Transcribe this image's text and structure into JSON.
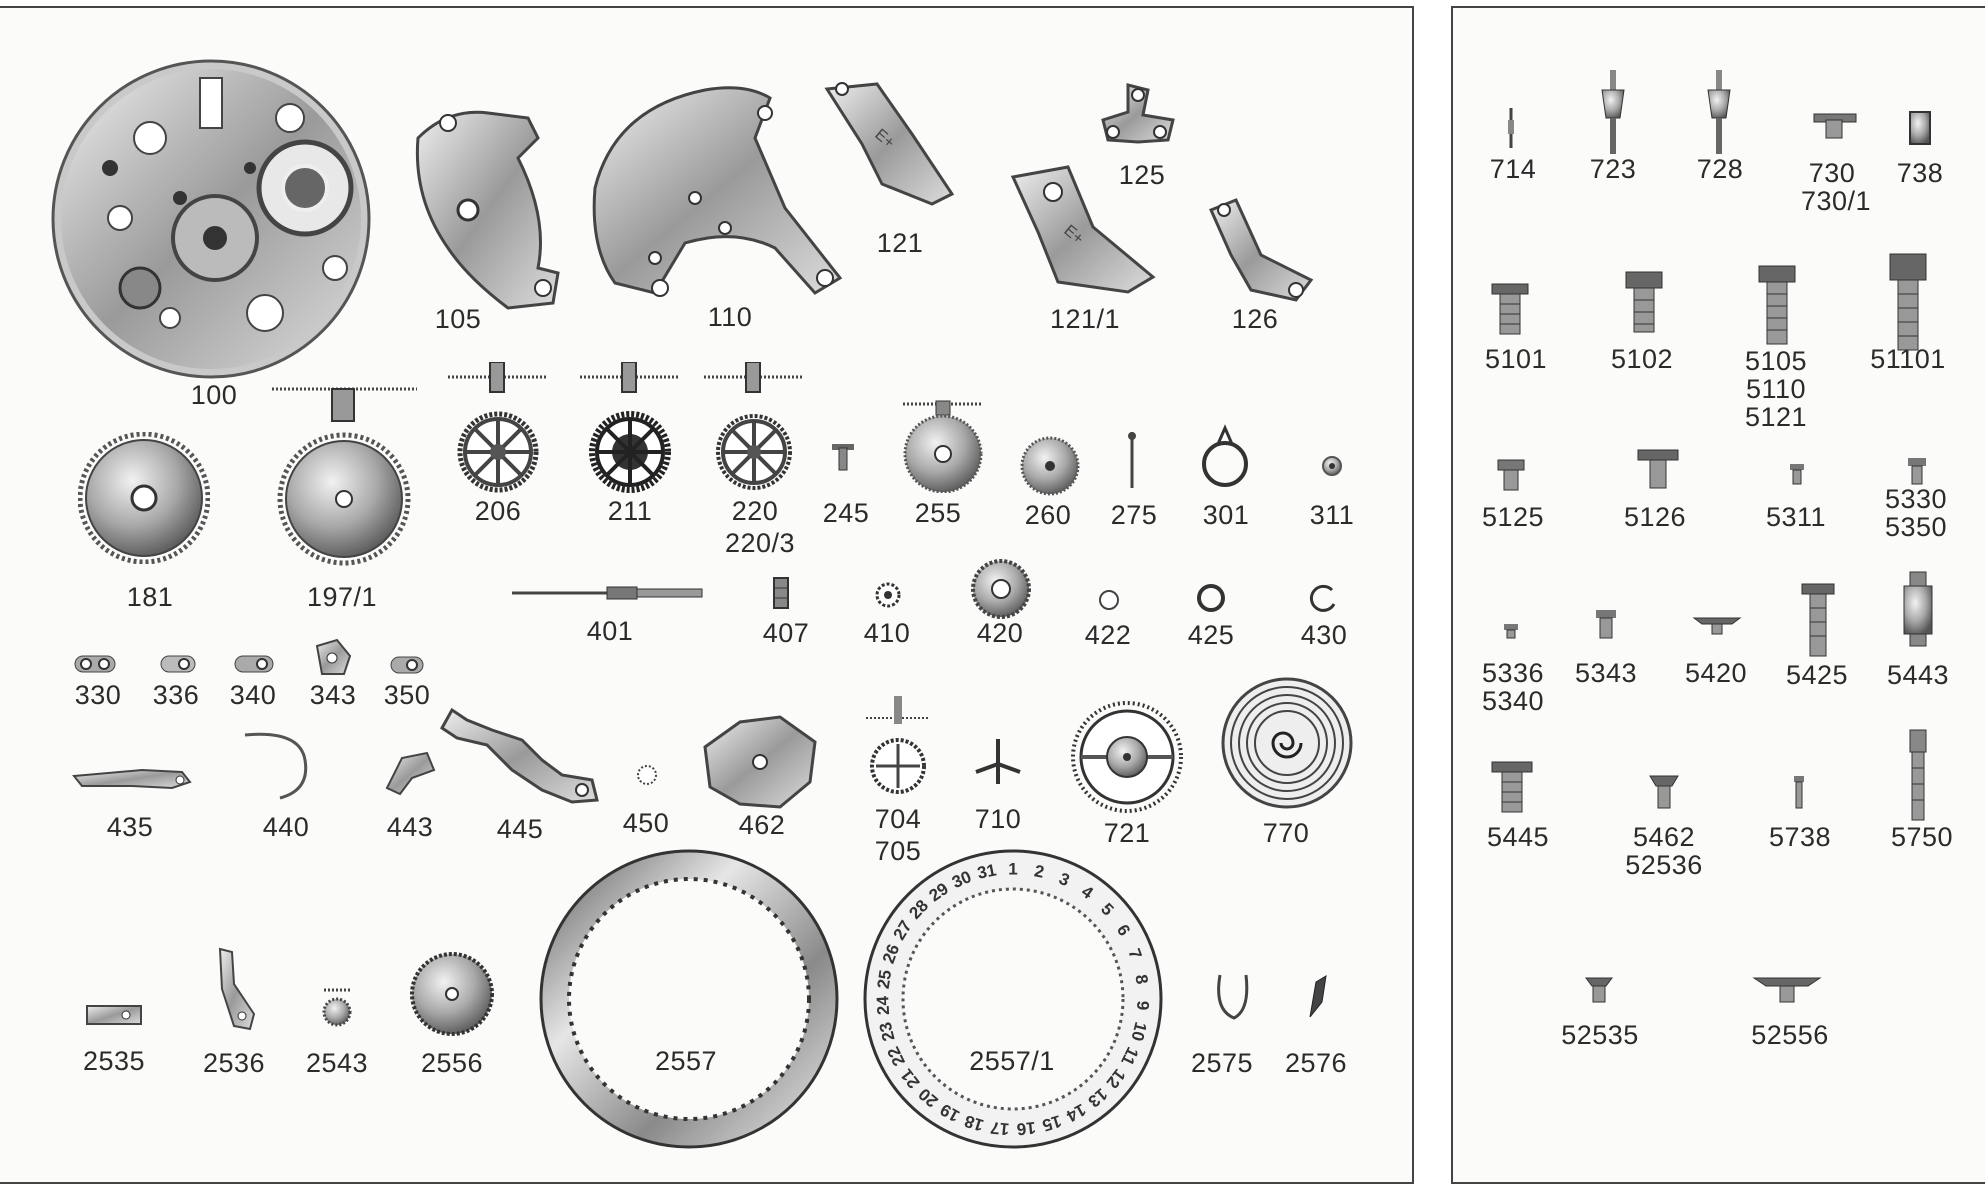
{
  "main_parts": [
    {
      "id": "p100",
      "label": "100"
    },
    {
      "id": "p105",
      "label": "105"
    },
    {
      "id": "p110",
      "label": "110"
    },
    {
      "id": "p121",
      "label": "121"
    },
    {
      "id": "p121_1",
      "label": "121/1"
    },
    {
      "id": "p125",
      "label": "125"
    },
    {
      "id": "p126",
      "label": "126"
    },
    {
      "id": "p181",
      "label": "181"
    },
    {
      "id": "p197_1",
      "label": "197/1"
    },
    {
      "id": "p206",
      "label": "206"
    },
    {
      "id": "p211",
      "label": "211"
    },
    {
      "id": "p220",
      "label": "220"
    },
    {
      "id": "p220_3",
      "label": "220/3"
    },
    {
      "id": "p245",
      "label": "245"
    },
    {
      "id": "p255",
      "label": "255"
    },
    {
      "id": "p260",
      "label": "260"
    },
    {
      "id": "p275",
      "label": "275"
    },
    {
      "id": "p301",
      "label": "301"
    },
    {
      "id": "p311",
      "label": "311"
    },
    {
      "id": "p401",
      "label": "401"
    },
    {
      "id": "p407",
      "label": "407"
    },
    {
      "id": "p410",
      "label": "410"
    },
    {
      "id": "p420",
      "label": "420"
    },
    {
      "id": "p422",
      "label": "422"
    },
    {
      "id": "p425",
      "label": "425"
    },
    {
      "id": "p430",
      "label": "430"
    },
    {
      "id": "p330",
      "label": "330"
    },
    {
      "id": "p336",
      "label": "336"
    },
    {
      "id": "p340",
      "label": "340"
    },
    {
      "id": "p343",
      "label": "343"
    },
    {
      "id": "p350",
      "label": "350"
    },
    {
      "id": "p435",
      "label": "435"
    },
    {
      "id": "p440",
      "label": "440"
    },
    {
      "id": "p443",
      "label": "443"
    },
    {
      "id": "p445",
      "label": "445"
    },
    {
      "id": "p450",
      "label": "450"
    },
    {
      "id": "p462",
      "label": "462"
    },
    {
      "id": "p704",
      "label": "704"
    },
    {
      "id": "p705",
      "label": "705"
    },
    {
      "id": "p710",
      "label": "710"
    },
    {
      "id": "p721",
      "label": "721"
    },
    {
      "id": "p770",
      "label": "770"
    },
    {
      "id": "p2535",
      "label": "2535"
    },
    {
      "id": "p2536",
      "label": "2536"
    },
    {
      "id": "p2543",
      "label": "2543"
    },
    {
      "id": "p2556",
      "label": "2556"
    },
    {
      "id": "p2557",
      "label": "2557"
    },
    {
      "id": "p2557_1",
      "label": "2557/1"
    },
    {
      "id": "p2575",
      "label": "2575"
    },
    {
      "id": "p2576",
      "label": "2576"
    }
  ],
  "screw_parts": [
    {
      "id": "s714",
      "label": "714"
    },
    {
      "id": "s723",
      "label": "723"
    },
    {
      "id": "s728",
      "label": "728"
    },
    {
      "id": "s730",
      "label": "730"
    },
    {
      "id": "s730_1",
      "label": "730/1"
    },
    {
      "id": "s738",
      "label": "738"
    },
    {
      "id": "s5101",
      "label": "5101"
    },
    {
      "id": "s5102",
      "label": "5102"
    },
    {
      "id": "s5105",
      "label": "5105"
    },
    {
      "id": "s5110",
      "label": "5110"
    },
    {
      "id": "s5121",
      "label": "5121"
    },
    {
      "id": "s51101",
      "label": "51101"
    },
    {
      "id": "s5125",
      "label": "5125"
    },
    {
      "id": "s5126",
      "label": "5126"
    },
    {
      "id": "s5311",
      "label": "5311"
    },
    {
      "id": "s5330",
      "label": "5330"
    },
    {
      "id": "s5350",
      "label": "5350"
    },
    {
      "id": "s5336",
      "label": "5336"
    },
    {
      "id": "s5340",
      "label": "5340"
    },
    {
      "id": "s5343",
      "label": "5343"
    },
    {
      "id": "s5420",
      "label": "5420"
    },
    {
      "id": "s5425",
      "label": "5425"
    },
    {
      "id": "s5443",
      "label": "5443"
    },
    {
      "id": "s5445",
      "label": "5445"
    },
    {
      "id": "s5462",
      "label": "5462"
    },
    {
      "id": "s52536",
      "label": "52536"
    },
    {
      "id": "s5738",
      "label": "5738"
    },
    {
      "id": "s5750",
      "label": "5750"
    },
    {
      "id": "s52535",
      "label": "52535"
    },
    {
      "id": "s52556",
      "label": "52556"
    }
  ],
  "date_ring_digits": [
    "1",
    "2",
    "3",
    "4",
    "5",
    "6",
    "7",
    "8",
    "9",
    "10",
    "11",
    "12",
    "13",
    "14",
    "15",
    "16",
    "17",
    "18",
    "19",
    "20",
    "21",
    "22",
    "23",
    "24",
    "25",
    "26",
    "27",
    "28",
    "29",
    "30",
    "31"
  ],
  "colors": {
    "ink": "#2b2b2b",
    "metal_dark": "#5a5a5a",
    "metal_light": "#d8d8d8",
    "paper": "#fbfbfa",
    "frame": "#444444"
  }
}
